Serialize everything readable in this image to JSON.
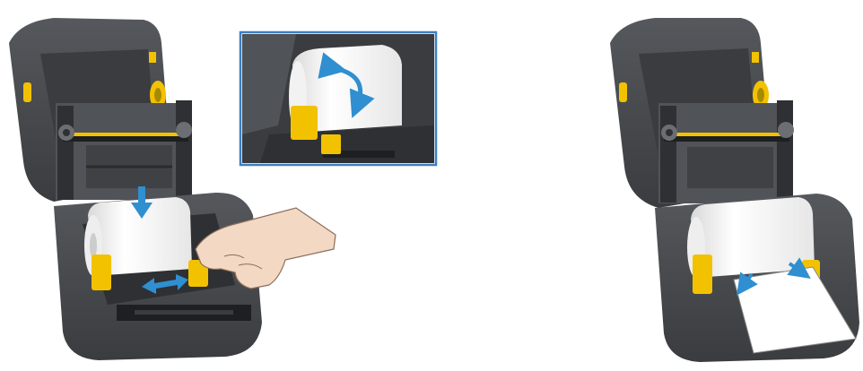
{
  "figure": {
    "panels": [
      {
        "id": "left",
        "subject": "printer-open-roll-loading"
      },
      {
        "id": "inset",
        "subject": "roll-orientation-detail"
      },
      {
        "id": "right",
        "subject": "printer-media-threaded"
      }
    ],
    "colors": {
      "printer_body": "#4a4c4f",
      "printer_dark": "#2e3033",
      "printer_light": "#6b6e72",
      "accent_yellow": "#f2c200",
      "arrow_blue": "#2f8fd0",
      "inset_border": "#3b7fc4",
      "media": "#ffffff",
      "hand": "#f3d9c4"
    },
    "icons": [
      "down-arrow",
      "double-arrow",
      "curved-arrow",
      "pointer-arrows"
    ]
  }
}
